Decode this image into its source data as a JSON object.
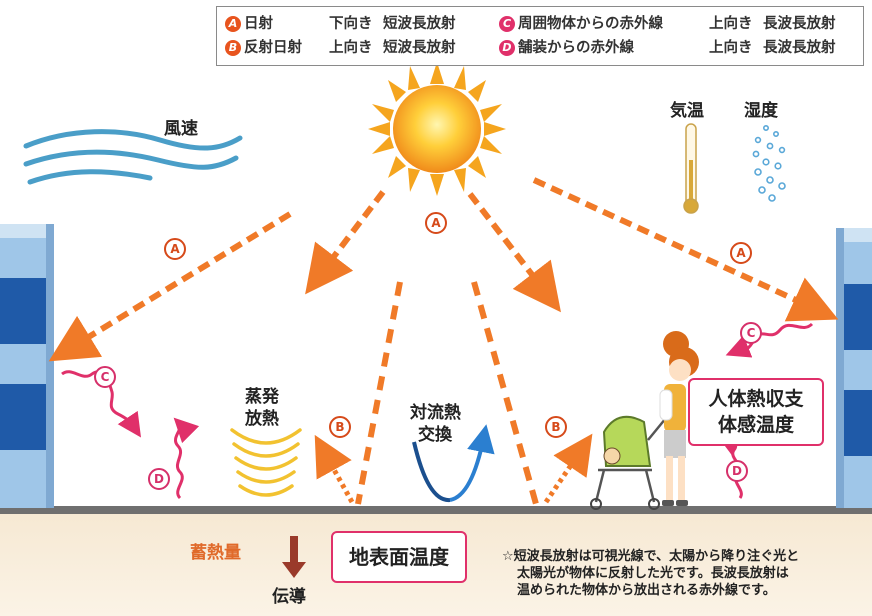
{
  "legend": {
    "rows": [
      [
        {
          "marker": "A",
          "name": "日射",
          "direction": "下向き",
          "type": "短波長放射"
        },
        {
          "marker": "C",
          "name": "周囲物体からの赤外線",
          "direction": "上向き",
          "type": "長波長放射"
        }
      ],
      [
        {
          "marker": "B",
          "name": "反射日射",
          "direction": "上向き",
          "type": "短波長放射"
        },
        {
          "marker": "D",
          "name": "舗装からの赤外線",
          "direction": "上向き",
          "type": "長波長放射"
        }
      ]
    ]
  },
  "labels": {
    "wind": "風速",
    "temperature": "気温",
    "humidity": "湿度",
    "convection_1": "対流熱",
    "convection_2": "交換",
    "evap_1": "蒸発",
    "evap_2": "放熱",
    "storage": "蓄熱量",
    "conduction": "伝導",
    "surface_temp": "地表面温度",
    "human_1": "人体熱収支",
    "human_2": "体感温度"
  },
  "markers": {
    "a": "A",
    "b": "B",
    "c": "C",
    "d": "D"
  },
  "note": {
    "line1": "☆短波長放射は可視光線で、太陽から降り注ぐ光と",
    "line2": "太陽光が物体に反射した光です。長波長放射は",
    "line3": "温められた物体から放出される赤外線です。"
  },
  "colors": {
    "sun_ray": "#f07a28",
    "infrared": "#e0306a",
    "ground": "#f2e2c8",
    "building_dark": "#1f5aa8",
    "building_light": "#9fc6e8",
    "wind": "#4a9ec8"
  }
}
